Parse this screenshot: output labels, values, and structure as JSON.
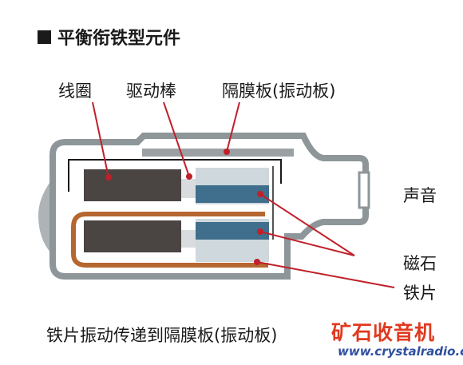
{
  "title": "平衡衔铁型元件",
  "labels": {
    "coil": "线圈",
    "drive_rod": "驱动棒",
    "diaphragm": "隔膜板(振动板)",
    "sound": "声音",
    "magnet": "磁石",
    "iron_piece": "铁片"
  },
  "caption": "铁片振动传递到隔膜板(振动板)",
  "watermark": {
    "brand": "矿石收音机",
    "url": "www.crystalradio.cn"
  },
  "colors": {
    "coil": "#4a4543",
    "magnet": "#3f6f8c",
    "armature": "#b5672f",
    "diaphragm": "#cfd8dc",
    "leader": "#c0202a"
  }
}
